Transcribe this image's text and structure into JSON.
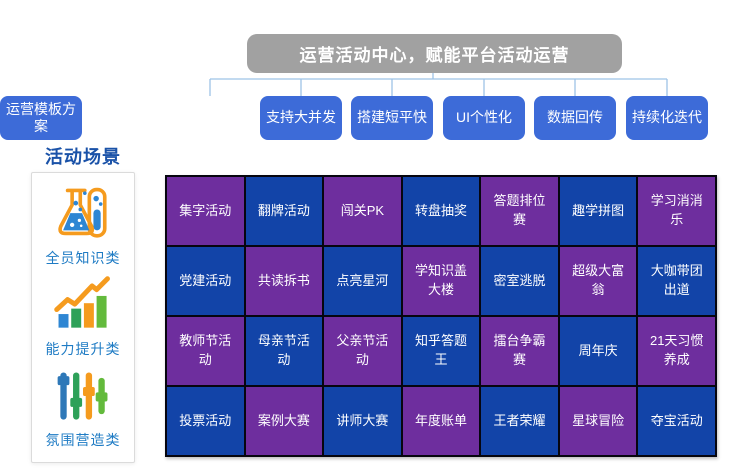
{
  "header": {
    "title": "运营活动中心，赋能平台活动运营"
  },
  "features": [
    "支持大并发",
    "搭建短平快",
    "UI个性化",
    "数据回传",
    "持续化迭代",
    "运营模板方案"
  ],
  "sidebar": {
    "title": "活动场景",
    "categories": [
      {
        "label": "全员知识类",
        "icon": "flask-icon"
      },
      {
        "label": "能力提升类",
        "icon": "growth-chart-icon"
      },
      {
        "label": "氛围营造类",
        "icon": "sliders-icon"
      }
    ]
  },
  "grid": {
    "rows": [
      {
        "cells": [
          "集字活动",
          "翻牌活动",
          "闯关PK",
          "转盘抽奖",
          "答题排位赛",
          "趣学拼图",
          "学习消消乐"
        ]
      },
      {
        "cells": [
          "党建活动",
          "共读拆书",
          "点亮星河",
          "学知识盖大楼",
          "密室逃脱",
          "超级大富翁",
          "大咖带团出道"
        ]
      },
      {
        "cells": [
          "教师节活动",
          "母亲节活动",
          "父亲节活动",
          "知乎答题王",
          "擂台争霸赛",
          "周年庆",
          "21天习惯养成"
        ]
      },
      {
        "cells": [
          "投票活动",
          "案例大赛",
          "讲师大赛",
          "年度账单",
          "王者荣耀",
          "星球冒险",
          "夺宝活动"
        ]
      }
    ]
  },
  "colors": {
    "header_gray": "#A1A1A1",
    "feature_blue": "#3D6BD8",
    "connector_blue": "#9DC3E6",
    "cell_purple": "#6E2E9E",
    "cell_blue": "#1244A8",
    "grid_border": "#06060F",
    "sidebar_title_blue": "#1A52A8",
    "category_label_blue": "#1E7BC4"
  }
}
